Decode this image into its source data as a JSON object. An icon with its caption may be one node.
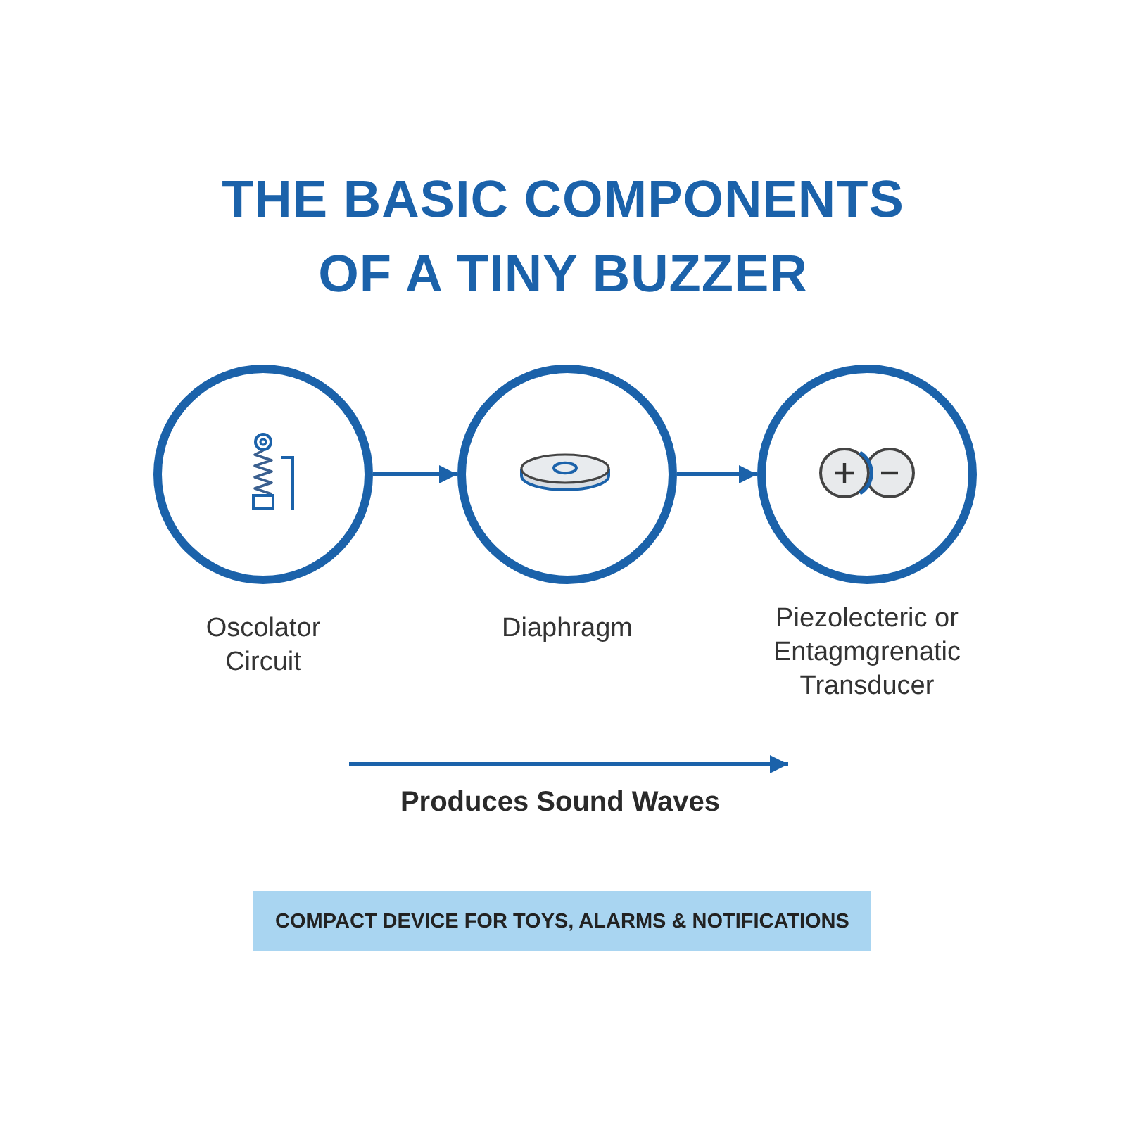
{
  "diagram": {
    "title": "THE BASIC COMPONENTS OF A TINY BUZZER",
    "nodes": [
      {
        "text": [
          "Oscolator Circuit"
        ]
      },
      {
        "text": [
          "Diaphragm"
        ]
      },
      {
        "text": [
          "Piezolecteric or Entagmgrenatic Transducer"
        ]
      },
      {
        "text": [
          "COMPACT DEVICE FOR TOYS, ALARMS & NOTIFICATIONS"
        ]
      }
    ],
    "edges": [
      {
        "from": 0,
        "to": 1,
        "arrow": "to"
      },
      {
        "from": 1,
        "to": 2,
        "arrow": "to"
      }
    ],
    "labels": [
      "Produces Sound Waves"
    ]
  }
}
